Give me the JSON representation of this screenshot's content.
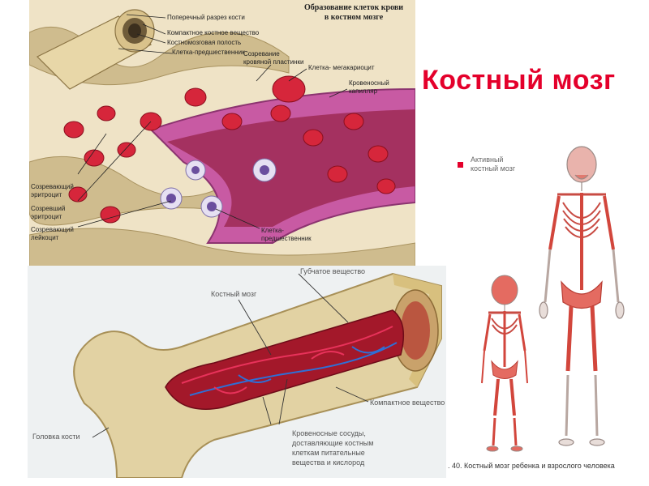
{
  "slide": {
    "title": "Костный мозг"
  },
  "top_diagram": {
    "header_line1": "Образование клеток крови",
    "header_line2": "в костном мозге",
    "labels": {
      "cross_section": "Поперечный разрез кости",
      "compact": "Компактное костное вещество",
      "marrow_cavity": "Костномозговая полость",
      "precursor_top": "Клетка-предшественник",
      "platelet_line1": "Созревание",
      "platelet_line2": "кровяной пластинки",
      "megakaryocyte": "Клетка- мегакариоцит",
      "capillary_line1": "Кровеносный",
      "capillary_line2": "капилляр",
      "erythro_maturing_line1": "Созревающий",
      "erythro_maturing_line2": "эритроцит",
      "erythro_mature_line1": "Созревший",
      "erythro_mature_line2": "эритроцит",
      "leuko_line1": "Созревающий",
      "leuko_line2": "лейкоцит",
      "precursor_bottom_line1": "Клетка-",
      "precursor_bottom_line2": "предшественник"
    }
  },
  "bottom_diagram": {
    "labels": {
      "spongy": "Губчатое вещество",
      "marrow": "Костный мозг",
      "compact": "Компактное вещество",
      "bone_head": "Головка кости",
      "vessels_line1": "Кровеносные сосуды,",
      "vessels_line2": "доставляющие костным",
      "vessels_line3": "клеткам питательные",
      "vessels_line4": "вещества и кислород"
    }
  },
  "skeleton_figure": {
    "legend_line1": "Активный",
    "legend_line2": "костный мозг",
    "caption": ". 40. Костный мозг ребенка и взрослого человека",
    "legend_color": "#e4002b"
  }
}
